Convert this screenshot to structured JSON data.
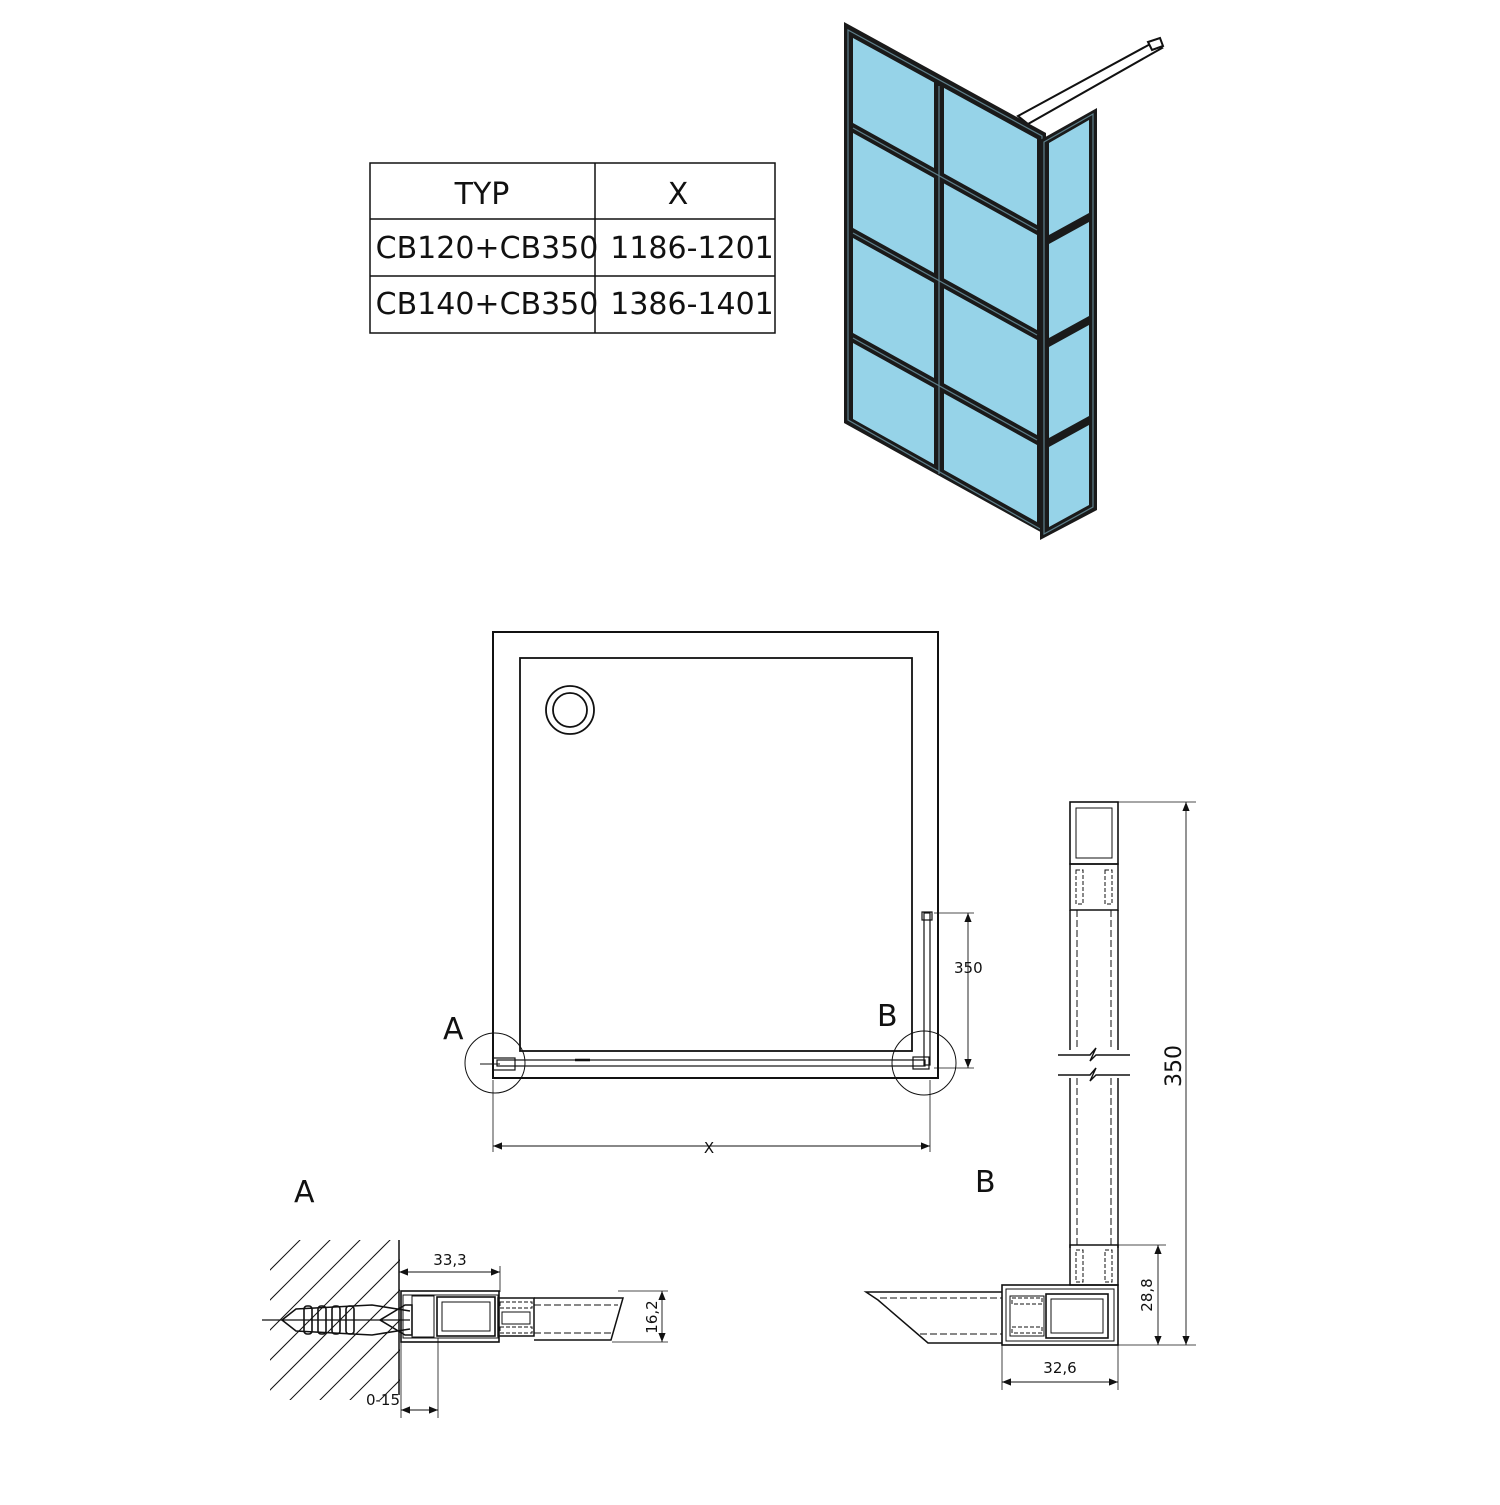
{
  "table": {
    "headers": [
      "TYP",
      "X"
    ],
    "rows": [
      [
        "CB120+CB350",
        "1186-1201"
      ],
      [
        "CB140+CB350",
        "1386-1401"
      ]
    ]
  },
  "plan": {
    "detail_a_marker": "A",
    "detail_b_marker": "B",
    "dim_panel_length": "350",
    "dim_width": "X"
  },
  "detail_a": {
    "title": "A",
    "dim_profile_width": "33,3",
    "dim_profile_height": "16,2",
    "dim_adjustment": "0-15"
  },
  "detail_b": {
    "title": "B",
    "dim_total_length": "350",
    "dim_end_height": "28,8",
    "dim_profile_width": "32,6"
  },
  "colors": {
    "glass": "#96d3e8",
    "frame": "#1a1a1a",
    "line": "#111111",
    "hatch": "#222222"
  }
}
